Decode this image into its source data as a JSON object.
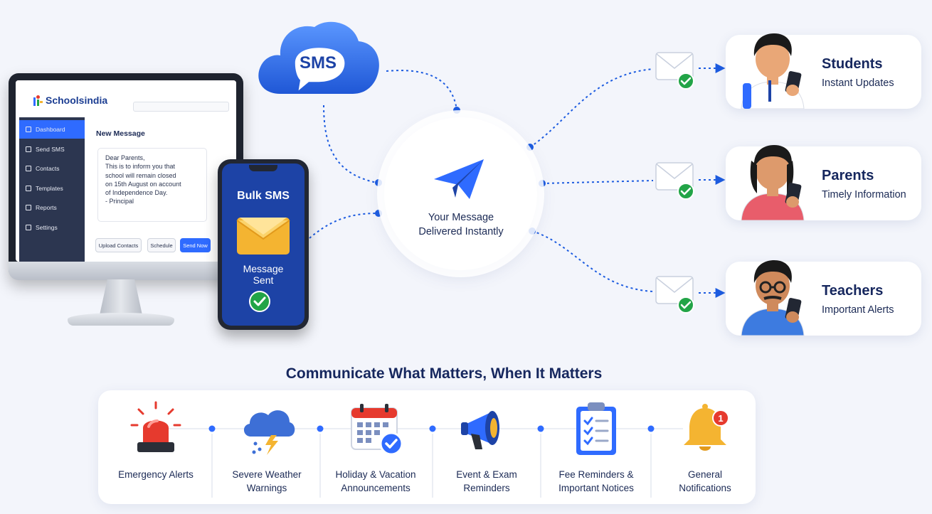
{
  "colors": {
    "brand_blue": "#1d43a6",
    "accent_blue": "#2f6bff",
    "navy_text": "#16275e",
    "check_green": "#22a447",
    "envelope_yellow": "#f4b431",
    "background": "#f3f5fb"
  },
  "cloud": {
    "label": "SMS",
    "icon": "cloud-icon"
  },
  "dashboard": {
    "logo": "Schoolsindia",
    "sidebar": [
      {
        "label": "Dashboard",
        "icon": "home-icon",
        "active": true
      },
      {
        "label": "Send SMS",
        "icon": "send-icon"
      },
      {
        "label": "Contacts",
        "icon": "contacts-icon"
      },
      {
        "label": "Templates",
        "icon": "template-icon"
      },
      {
        "label": "Reports",
        "icon": "reports-icon"
      },
      {
        "label": "Settings",
        "icon": "gear-icon"
      }
    ],
    "compose_title": "New Message",
    "message_lines": [
      "Dear Parents,",
      "This is to inform you that",
      "school will remain closed",
      "on 15th August on account",
      "of Independence Day.",
      "- Principal"
    ],
    "buttons": {
      "upload": "Upload Contacts",
      "schedule": "Schedule",
      "send": "Send Now"
    }
  },
  "phone": {
    "title": "Bulk SMS",
    "status": "Message\nSent",
    "icon": "envelope-icon"
  },
  "center": {
    "text": "Your Message\nDelivered Instantly",
    "icon": "paper-plane-icon"
  },
  "audiences": [
    {
      "title": "Students",
      "subtitle": "Instant Updates"
    },
    {
      "title": "Parents",
      "subtitle": "Timely Information"
    },
    {
      "title": "Teachers",
      "subtitle": "Important Alerts"
    }
  ],
  "headline": "Communicate What Matters, When It Matters",
  "features": [
    {
      "label": "Emergency Alerts",
      "icon": "siren-icon"
    },
    {
      "label": "Severe Weather\nWarnings",
      "icon": "storm-cloud-icon"
    },
    {
      "label": "Holiday & Vacation\nAnnouncements",
      "icon": "calendar-icon"
    },
    {
      "label": "Event & Exam\nReminders",
      "icon": "megaphone-icon"
    },
    {
      "label": "Fee Reminders &\nImportant Notices",
      "icon": "clipboard-icon"
    },
    {
      "label": "General\nNotifications",
      "icon": "bell-icon",
      "badge": "1"
    }
  ]
}
